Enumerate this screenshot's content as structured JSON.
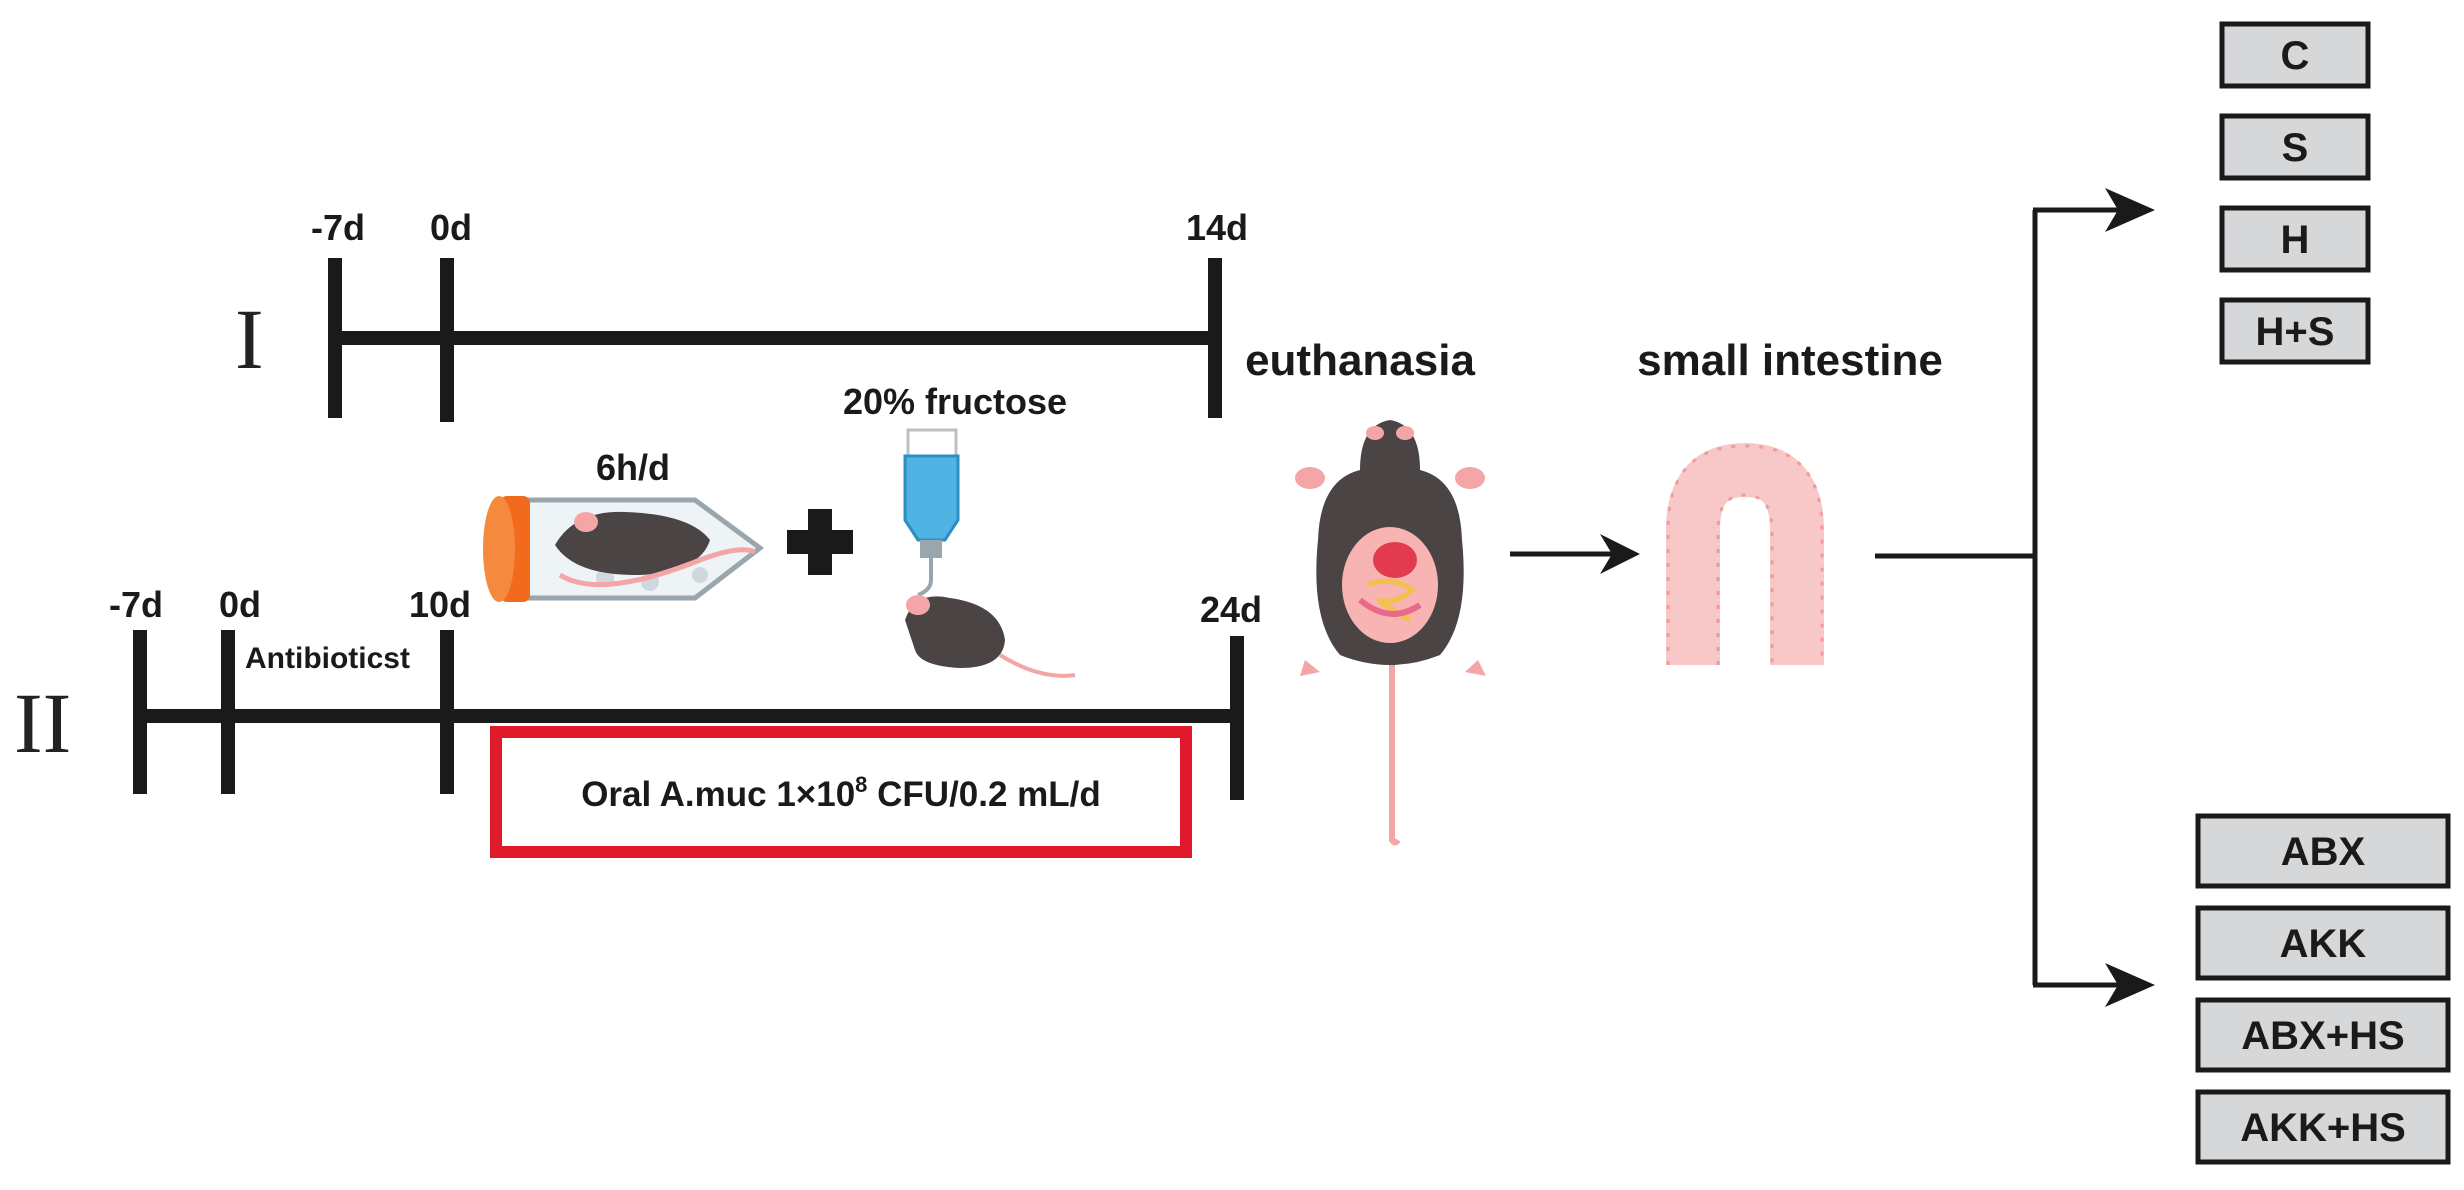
{
  "timeline_one": {
    "roman": "I",
    "ticks": [
      "-7d",
      "0d",
      "14d"
    ]
  },
  "timeline_two": {
    "roman": "II",
    "ticks": [
      "-7d",
      "0d",
      "10d",
      "24d"
    ],
    "phase_label": "Antibioticst"
  },
  "restraint": {
    "label": "6h/d"
  },
  "fructose": {
    "label": "20% fructose"
  },
  "treatment": {
    "prefix": "Oral A.muc 1×10",
    "exponent": "8",
    "suffix": " CFU/0.2 mL/d",
    "border_color": "#e01a2b"
  },
  "steps": {
    "euthanasia": "euthanasia",
    "tissue": "small intestine"
  },
  "groups_one": [
    "C",
    "S",
    "H",
    "H+S"
  ],
  "groups_two": [
    "ABX",
    "AKK",
    "ABX+HS",
    "AKK+HS"
  ],
  "colors": {
    "line": "#1a1a1a",
    "group_fill": "#d6d7d9",
    "tube_cap": "#f26a1b",
    "mouse": "#4a4445",
    "mouse_pink": "#f4a6a6",
    "bottle": "#4fb3e3",
    "intestine": "#f8c8c8"
  }
}
